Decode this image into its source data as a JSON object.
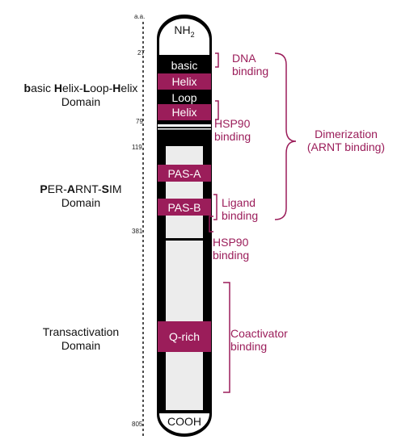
{
  "colors": {
    "accent": "#9b1d5a",
    "backbone": "#000000",
    "inner": "#ececec",
    "text": "#111111"
  },
  "scale": {
    "unit": "a.a.",
    "positions": [
      "27",
      "79",
      "119",
      "381",
      "805"
    ]
  },
  "termini": {
    "n": "NH",
    "n_sub": "2",
    "c": "COOH"
  },
  "domains": {
    "bhlh": {
      "line1_parts": [
        [
          "b",
          true
        ],
        [
          "asic ",
          false
        ],
        [
          "H",
          true
        ],
        [
          "elix-",
          false
        ],
        [
          "L",
          true
        ],
        [
          "oop-",
          false
        ],
        [
          "H",
          true
        ],
        [
          "elix",
          false
        ]
      ],
      "line2": "Domain"
    },
    "pas": {
      "line1_parts": [
        [
          "P",
          true
        ],
        [
          "ER-",
          false
        ],
        [
          "A",
          true
        ],
        [
          "RNT-",
          false
        ],
        [
          "S",
          true
        ],
        [
          "IM",
          false
        ]
      ],
      "line2": "Domain"
    },
    "trans": {
      "line1": "Transactivation",
      "line2": "Domain"
    }
  },
  "segments": {
    "basic": "basic",
    "helix1": "Helix",
    "loop": "Loop",
    "helix2": "Helix",
    "pas_a": "PAS-A",
    "pas_b": "PAS-B",
    "q_rich": "Q-rich"
  },
  "functions": {
    "dna": {
      "line1": "DNA",
      "line2": "binding"
    },
    "hsp90_1": {
      "line1": "HSP90",
      "line2": "binding"
    },
    "dimerization": {
      "line1": "Dimerization",
      "line2": "(ARNT binding)"
    },
    "ligand": {
      "line1": "Ligand",
      "line2": "binding"
    },
    "hsp90_2": {
      "line1": "HSP90",
      "line2": "binding"
    },
    "coactivator": {
      "line1": "Coactivator",
      "line2": "binding"
    }
  }
}
